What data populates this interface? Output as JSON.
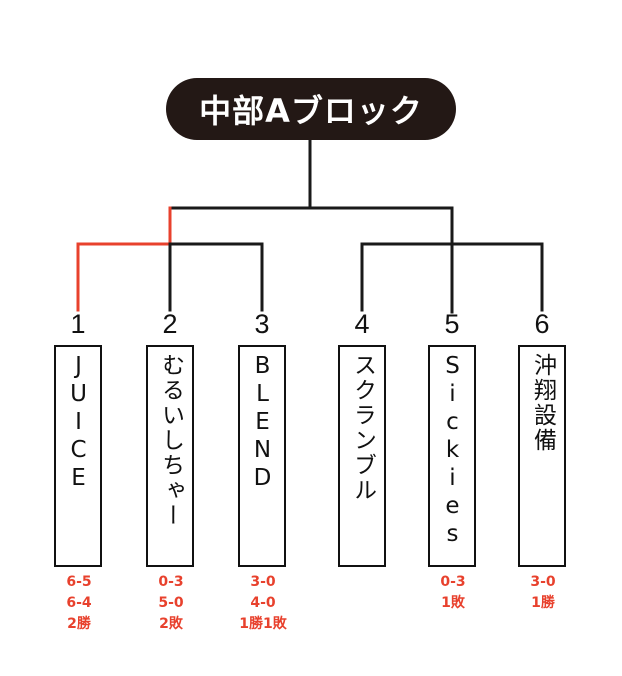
{
  "title": "中部Aブロック",
  "colors": {
    "line": "#1a1a1a",
    "winner_line": "#e8412d",
    "title_bg": "#231815",
    "record_text": "#e8412d"
  },
  "teams": [
    {
      "seed": "1",
      "name": "JUICE",
      "records": [
        "6-5",
        "6-4",
        "2勝"
      ]
    },
    {
      "seed": "2",
      "name": "むるいしちゃー",
      "records": [
        "0-3",
        "5-0",
        "2敗"
      ]
    },
    {
      "seed": "3",
      "name": "BLEND",
      "records": [
        "3-0",
        "4-0",
        "1勝1敗"
      ]
    },
    {
      "seed": "4",
      "name": "スクランブル",
      "records": []
    },
    {
      "seed": "5",
      "name": "Sickies",
      "records": [
        "0-3",
        "1敗"
      ]
    },
    {
      "seed": "6",
      "name": "沖翔設備",
      "records": [
        "3-0",
        "1勝"
      ]
    }
  ]
}
